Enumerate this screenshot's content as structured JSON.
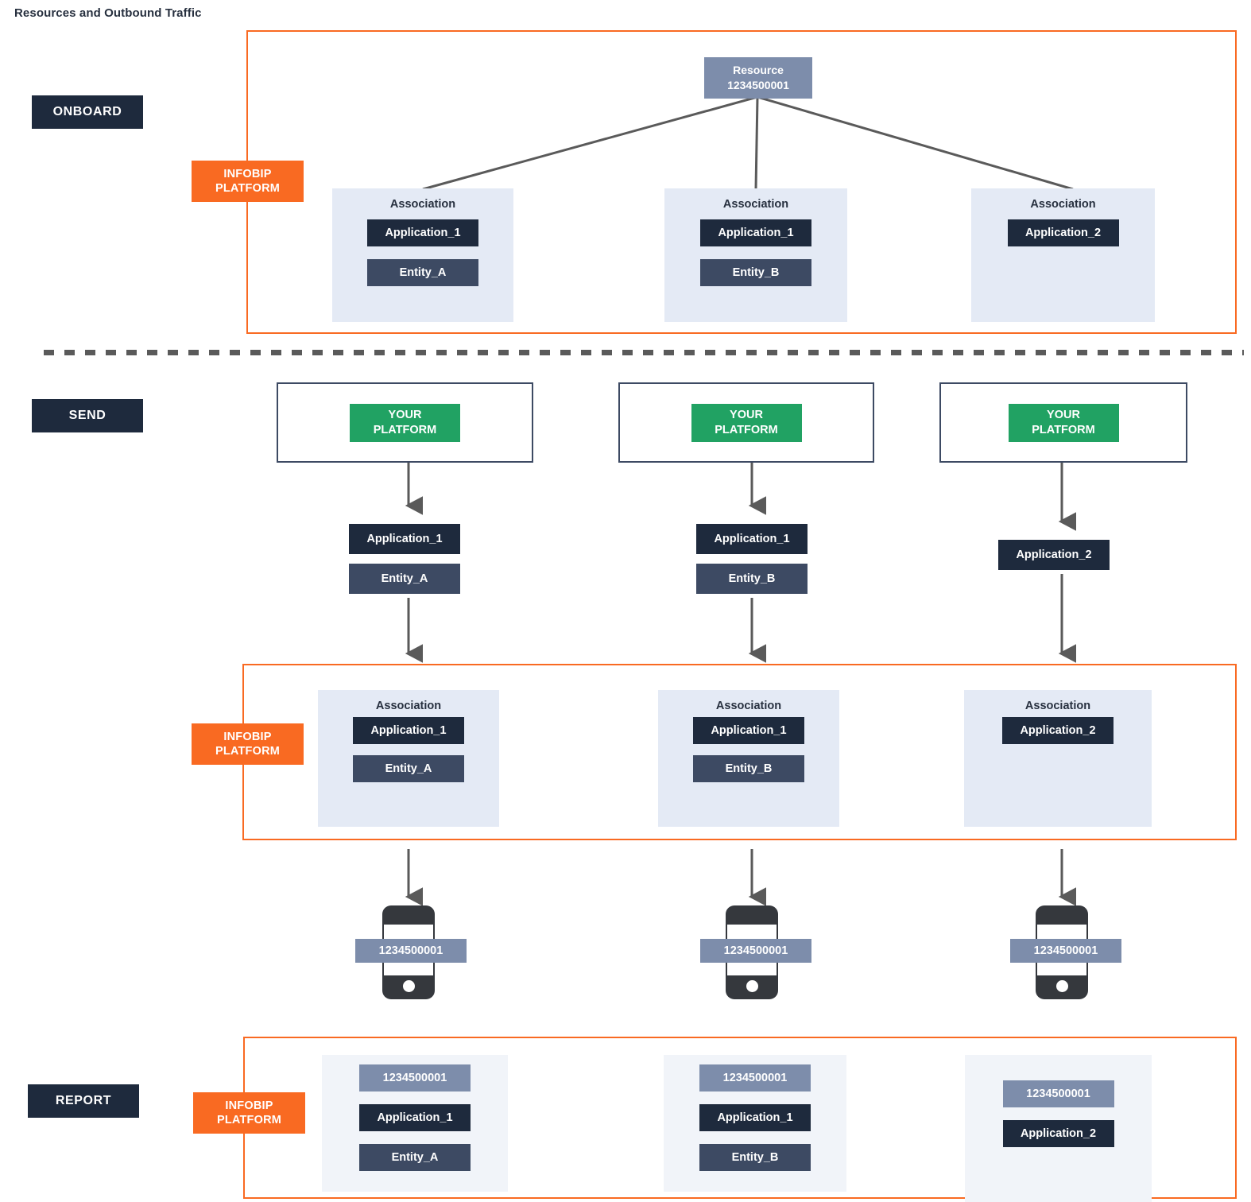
{
  "page": {
    "title": "Resources and Outbound Traffic",
    "colors": {
      "accent_orange": "#f96a22",
      "dark_navy": "#1e2a3d",
      "entity_slate": "#3d4a63",
      "resource_blue": "#7d8dab",
      "panel_blue": "#e4eaf5",
      "panel_light": "#f1f4f9",
      "green": "#21a263",
      "line_gray": "#5a5a5a"
    }
  },
  "stages": {
    "onboard": "ONBOARD",
    "send": "SEND",
    "report": "REPORT"
  },
  "platform_badge": {
    "line1": "INFOBIP",
    "line2": "PLATFORM"
  },
  "your_platform": {
    "line1": "YOUR",
    "line2": "PLATFORM"
  },
  "labels": {
    "association": "Association",
    "resource_title": "Resource",
    "resource_id": "1234500001"
  },
  "onboard": {
    "resource": {
      "title": "Resource",
      "id": "1234500001"
    },
    "associations": [
      {
        "title": "Association",
        "application": "Application_1",
        "entity": "Entity_A"
      },
      {
        "title": "Association",
        "application": "Application_1",
        "entity": "Entity_B"
      },
      {
        "title": "Association",
        "application": "Application_2",
        "entity": null
      }
    ]
  },
  "send": {
    "columns": [
      {
        "your_platform": "YOUR PLATFORM",
        "request": {
          "application": "Application_1",
          "entity": "Entity_A"
        },
        "association": {
          "title": "Association",
          "application": "Application_1",
          "entity": "Entity_A"
        },
        "handset_msisdn": "1234500001"
      },
      {
        "your_platform": "YOUR PLATFORM",
        "request": {
          "application": "Application_1",
          "entity": "Entity_B"
        },
        "association": {
          "title": "Association",
          "application": "Application_1",
          "entity": "Entity_B"
        },
        "handset_msisdn": "1234500001"
      },
      {
        "your_platform": "YOUR PLATFORM",
        "request": {
          "application": "Application_2",
          "entity": null
        },
        "association": {
          "title": "Association",
          "application": "Application_2",
          "entity": null
        },
        "handset_msisdn": "1234500001"
      }
    ]
  },
  "report": {
    "columns": [
      {
        "msisdn": "1234500001",
        "application": "Application_1",
        "entity": "Entity_A"
      },
      {
        "msisdn": "1234500001",
        "application": "Application_1",
        "entity": "Entity_B"
      },
      {
        "msisdn": "1234500001",
        "application": "Application_2",
        "entity": null
      }
    ]
  }
}
